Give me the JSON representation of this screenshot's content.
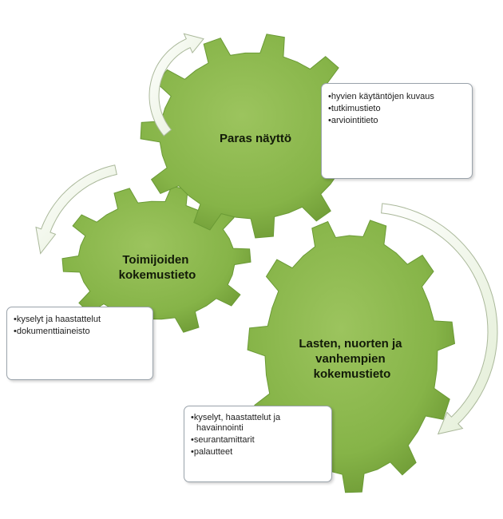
{
  "gears": {
    "top": {
      "title": "Paras näyttö"
    },
    "left": {
      "title_line1": "Toimijoiden",
      "title_line2": "kokemustieto"
    },
    "right": {
      "title_line1": "Lasten, nuorten ja",
      "title_line2": "vanhempien",
      "title_line3": "kokemustieto"
    }
  },
  "notes": {
    "top": [
      "hyvien käytäntöjen kuvaus",
      "tutkimustieto",
      "arviointitieto"
    ],
    "left": [
      "kyselyt ja haastattelut",
      "dokumenttiaineisto"
    ],
    "right": [
      "kyselyt, haastattelut ja havainnointi",
      "seurantamittarit",
      "palautteet"
    ]
  },
  "colors": {
    "gear_fill": "#8cb84e",
    "gear_edge": "#6a9a35",
    "arrow_fill": "#f3f8ec",
    "arrow_edge": "#aab89a"
  }
}
